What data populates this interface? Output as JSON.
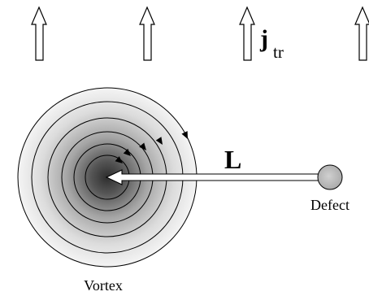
{
  "current_label": {
    "symbol": "j",
    "subscript": "tr"
  },
  "distance_label": "L",
  "defect_label": "Defect",
  "vortex_label": "Vortex",
  "colors": {
    "stroke": "#000000",
    "vortex_core": "#3a3a3a",
    "vortex_edge": "#f2f2f2",
    "defect_fill": "#b8b8b8",
    "background": "#ffffff"
  },
  "icons": {
    "current_arrows": "hollow-up-arrow-icon",
    "distance_arrow": "hollow-left-arrow-icon",
    "circulation_arrows": "arrowhead-icon"
  }
}
